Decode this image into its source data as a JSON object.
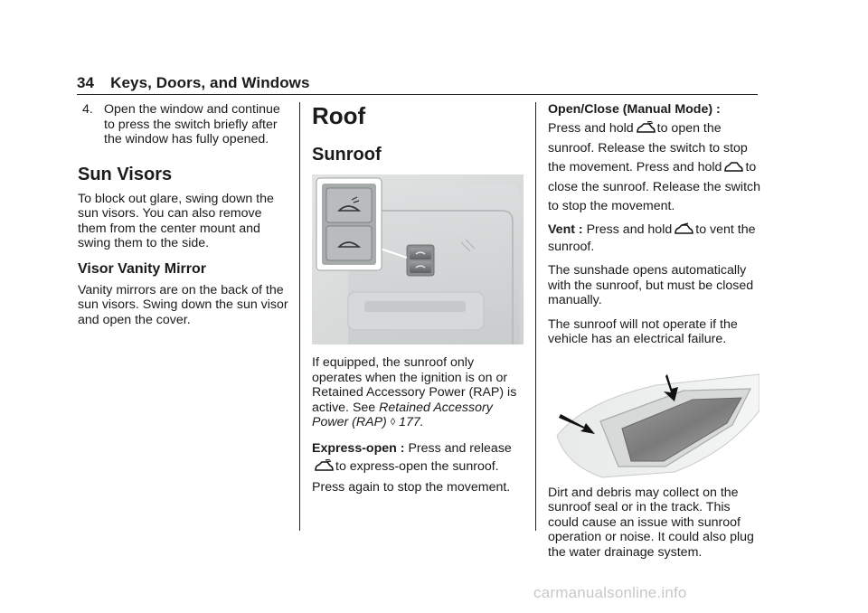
{
  "header": {
    "page_number": "34",
    "section": "Keys, Doors, and Windows"
  },
  "col1": {
    "list_item": {
      "number": "4.",
      "text": "Open the window and continue to press the switch briefly after the window has fully opened."
    },
    "sun_visors_heading": "Sun Visors",
    "sun_visors_text": "To block out glare, swing down the sun visors. You can also remove them from the center mount and swing them to the side.",
    "vanity_heading": "Visor Vanity Mirror",
    "vanity_text": "Vanity mirrors are on the back of the sun visors. Swing down the sun visor and open the cover."
  },
  "col2": {
    "roof_heading": "Roof",
    "sunroof_heading": "Sunroof",
    "intro_text": "If equipped, the sunroof only operates when the ignition is on or Retained Accessory Power (RAP) is active. See ",
    "intro_ref_italic": "Retained Accessory Power (RAP)",
    "intro_ref_symbol": "◊",
    "intro_ref_page": "177.",
    "express_label": "Express-open :",
    "express_text_1": "Press and release",
    "express_text_2": "to express-open the sunroof. Press again to stop the movement."
  },
  "col3": {
    "manual_label": "Open/Close (Manual Mode) :",
    "manual_text_1": "Press and hold",
    "manual_text_2": "to open the sunroof. Release the switch to stop the movement. Press and hold",
    "manual_text_3": "to close the sunroof. Release the switch to stop the movement.",
    "vent_label": "Vent :",
    "vent_text_1": "Press and hold",
    "vent_text_2": "to vent the sunroof.",
    "sunshade_text": "The sunshade opens automatically with the sunroof, but must be closed manually.",
    "electrical_text": "The sunroof will not operate if the vehicle has an electrical failure.",
    "debris_text": "Dirt and debris may collect on the sunroof seal or in the track. This could cause an issue with sunroof operation or noise. It could also plug the water drainage system."
  },
  "icons": [
    "sunroof-open-icon",
    "sunroof-close-icon",
    "sunroof-vent-icon"
  ],
  "watermark": "carmanualsonline.info"
}
